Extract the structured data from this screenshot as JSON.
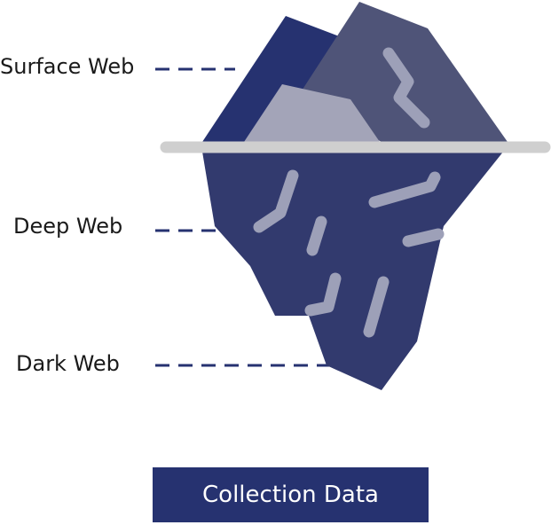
{
  "layers": [
    {
      "key": "surface",
      "label": "Surface Web"
    },
    {
      "key": "deep",
      "label": "Deep Web"
    },
    {
      "key": "dark",
      "label": "Dark Web"
    }
  ],
  "button": {
    "label": "Collection Data"
  },
  "colors": {
    "navy": "#263270",
    "slate": "#4f5478",
    "mid_navy": "#323a6e",
    "light_grey": "#a3a4b8",
    "water_line": "#cfcfcf",
    "crack": "#9da0b8",
    "dash": "#263270"
  }
}
